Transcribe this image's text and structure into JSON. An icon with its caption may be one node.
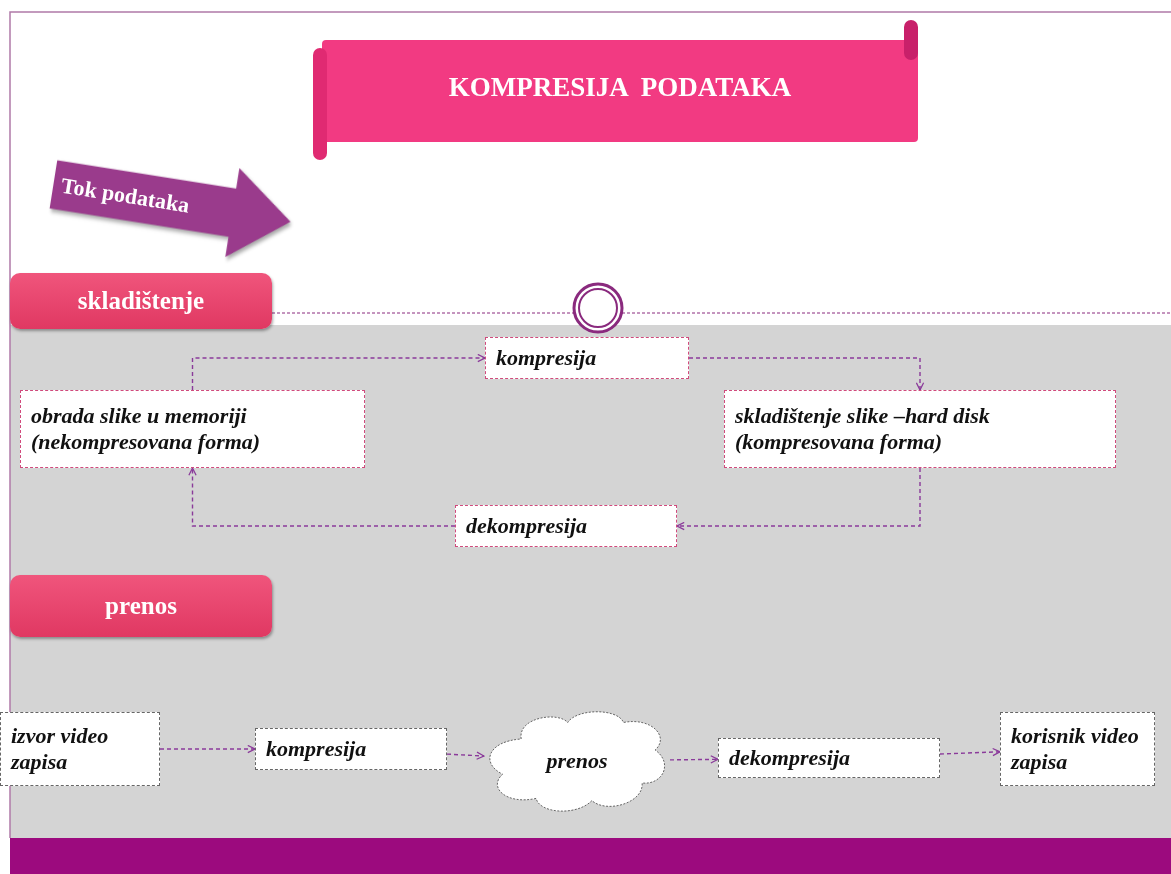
{
  "diagram": {
    "title": "KOMPRESIJA  PODATAKA",
    "nodes": [
      {
        "text": [
          "Tok podataka"
        ]
      },
      {
        "text": [
          "skladištenje"
        ]
      },
      {
        "text": [
          "kompresija"
        ]
      },
      {
        "text": [
          "obrada slike u memoriji (nekompresovana forma)"
        ]
      },
      {
        "text": [
          "skladištenje slike –hard disk (kompresovana forma)"
        ]
      },
      {
        "text": [
          "dekompresija"
        ]
      },
      {
        "text": [
          "prenos"
        ]
      },
      {
        "text": [
          "izvor video zapisa"
        ]
      },
      {
        "text": [
          "kompresija"
        ]
      },
      {
        "text": [
          "prenos"
        ]
      },
      {
        "text": [
          "dekompresija"
        ]
      },
      {
        "text": [
          "korisnik video zapisa"
        ]
      }
    ],
    "edges": [
      {
        "from": 3,
        "to": 2,
        "arrow": "to",
        "style": "dashed"
      },
      {
        "from": 2,
        "to": 4,
        "arrow": "to",
        "style": "dashed"
      },
      {
        "from": 4,
        "to": 5,
        "arrow": "to",
        "style": "dashed"
      },
      {
        "from": 5,
        "to": 3,
        "arrow": "to",
        "style": "dashed"
      },
      {
        "from": 7,
        "to": 8,
        "arrow": "to",
        "style": "dashed"
      },
      {
        "from": 8,
        "to": 9,
        "arrow": "to",
        "style": "dashed"
      },
      {
        "from": 9,
        "to": 10,
        "arrow": "to",
        "style": "dashed"
      },
      {
        "from": 10,
        "to": 11,
        "arrow": "to",
        "style": "dashed"
      }
    ]
  }
}
